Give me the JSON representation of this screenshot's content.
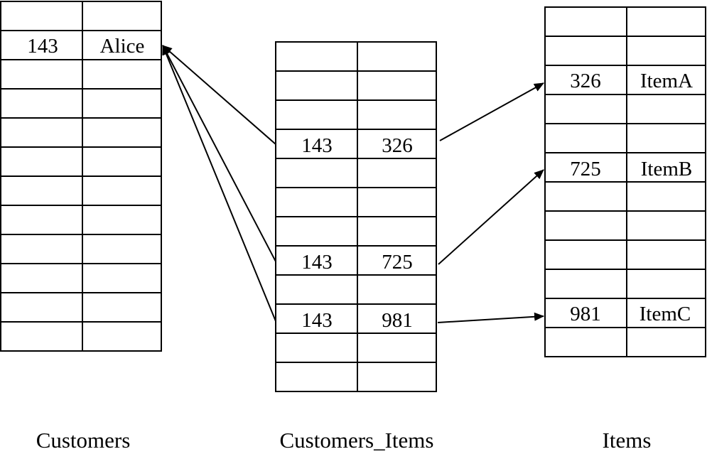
{
  "tables": {
    "customers": {
      "caption": "Customers",
      "rows": [
        [
          "",
          ""
        ],
        [
          "143",
          "Alice"
        ],
        [
          "",
          ""
        ],
        [
          "",
          ""
        ],
        [
          "",
          ""
        ],
        [
          "",
          ""
        ],
        [
          "",
          ""
        ],
        [
          "",
          ""
        ],
        [
          "",
          ""
        ],
        [
          "",
          ""
        ],
        [
          "",
          ""
        ],
        [
          "",
          ""
        ]
      ]
    },
    "customers_items": {
      "caption": "Customers_Items",
      "rows": [
        [
          "",
          ""
        ],
        [
          "",
          ""
        ],
        [
          "",
          ""
        ],
        [
          "143",
          "326"
        ],
        [
          "",
          ""
        ],
        [
          "",
          ""
        ],
        [
          "",
          ""
        ],
        [
          "143",
          "725"
        ],
        [
          "",
          ""
        ],
        [
          "143",
          "981"
        ],
        [
          "",
          ""
        ],
        [
          "",
          ""
        ]
      ]
    },
    "items": {
      "caption": "Items",
      "rows": [
        [
          "",
          ""
        ],
        [
          "",
          ""
        ],
        [
          "326",
          "ItemA"
        ],
        [
          "",
          ""
        ],
        [
          "",
          ""
        ],
        [
          "725",
          "ItemB"
        ],
        [
          "",
          ""
        ],
        [
          "",
          ""
        ],
        [
          "",
          ""
        ],
        [
          "",
          ""
        ],
        [
          "981",
          "ItemC"
        ],
        [
          "",
          ""
        ]
      ]
    }
  }
}
